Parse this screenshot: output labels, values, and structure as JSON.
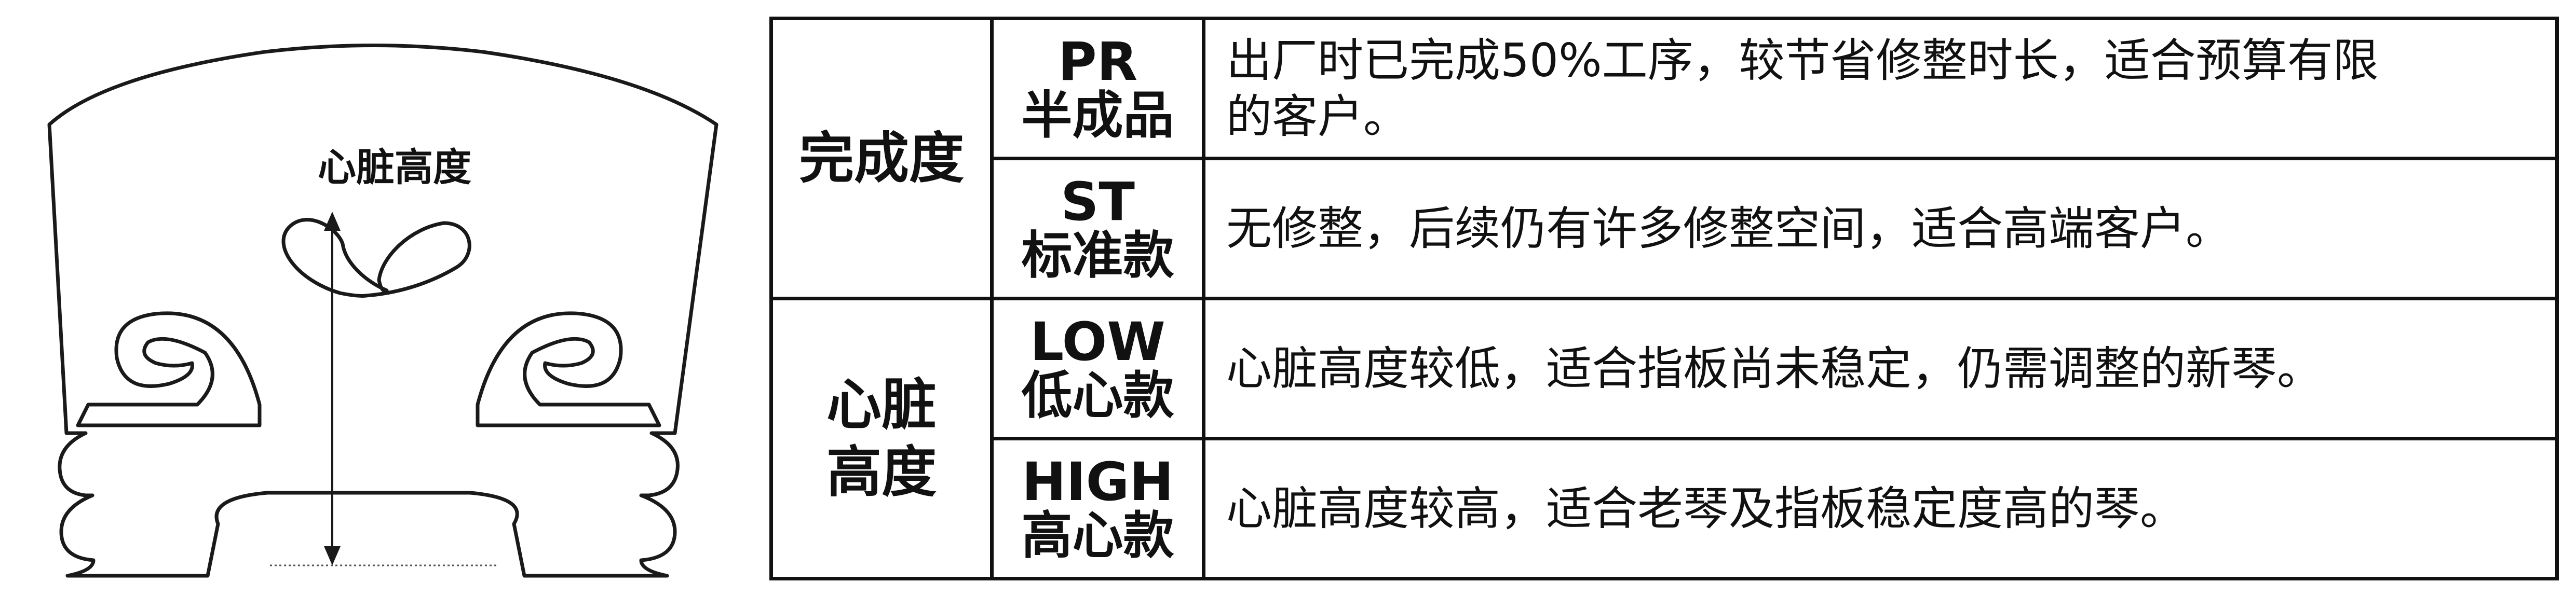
{
  "diagram": {
    "label": "心脏高度"
  },
  "table": {
    "rows": [
      {
        "category": [
          "完成度"
        ],
        "code_en": "PR",
        "code_zh": "半成品",
        "description": [
          "出厂时已完成50%工序，较节省修整时长，适合预算有限",
          "的客户。"
        ]
      },
      {
        "code_en": "ST",
        "code_zh": "标准款",
        "description": [
          "无修整，后续仍有许多修整空间，适合高端客户。"
        ]
      },
      {
        "category": [
          "心脏",
          "高度"
        ],
        "code_en": "LOW",
        "code_zh": "低心款",
        "description": [
          "心脏高度较低，适合指板尚未稳定，仍需调整的新琴。"
        ]
      },
      {
        "code_en": "HIGH",
        "code_zh": "高心款",
        "description": [
          "心脏高度较高，适合老琴及指板稳定度高的琴。"
        ]
      }
    ]
  }
}
